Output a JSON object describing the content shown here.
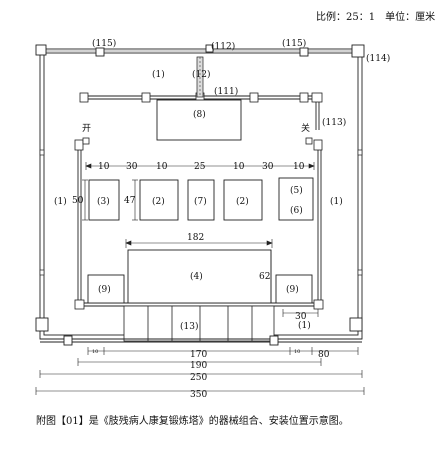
{
  "scale_note": "比例：25：1　单位：厘米",
  "caption": "附图【01】是《肢残病人康复锻炼塔》的器械组合、安装位置示意图。",
  "door_labels": {
    "open": "开",
    "close": "关"
  },
  "equipment_labels": {
    "top_left_post": "(115)",
    "top_right_post": "(115)",
    "top_beam": "(112)",
    "corner_top_right": "(114)",
    "frame_left_upper": "(1)",
    "pole": "(12)",
    "inner_beam": "(111)",
    "box_top": "(8)",
    "right_mid": "(113)",
    "frame_left_mid": "(1)",
    "frame_right_mid": "(1)",
    "item_3": "(3)",
    "item_2a": "(2)",
    "item_7": "(7)",
    "item_2b": "(2)",
    "item_5": "(5)",
    "item_6": "(6)",
    "item_4": "(4)",
    "item_9_left": "(9)",
    "item_9_right": "(9)",
    "item_13": "(13)",
    "frame_bottom_right": "(1)"
  },
  "dimensions": {
    "spacing": [
      "10",
      "30",
      "10",
      "25",
      "10",
      "30",
      "10"
    ],
    "height_50": "50",
    "height_47": "47",
    "width_182": "182",
    "height_62": "62",
    "gap_30": "30",
    "w_170": "170",
    "w_190": "190",
    "w_250": "250",
    "w_350": "350",
    "w_80": "80",
    "small_left": "10",
    "small_right": "10"
  }
}
